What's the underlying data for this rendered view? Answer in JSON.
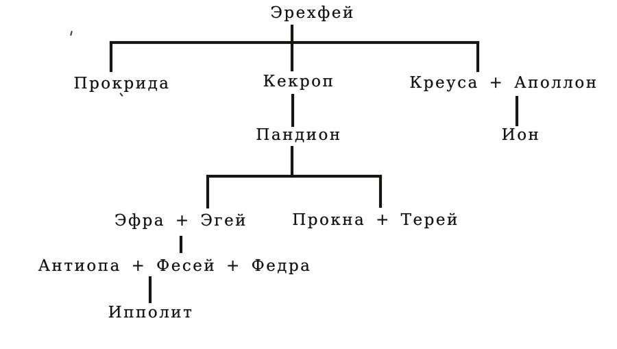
{
  "diagram": {
    "type": "family-tree",
    "language": "ru",
    "background_color": "#ffffff",
    "ink_color": "#171512",
    "nodes": {
      "erechtheus": "Эрехфей",
      "prokrida": "Прокрида",
      "kekrops": "Кекроп",
      "kreusa_apollon": "Креуса + Аполлон",
      "ion": "Ион",
      "pandion": "Пандион",
      "efra_egey": "Эфра + Эгей",
      "prokna_terey": "Прокна + Терей",
      "antiopa_fesey_fedra": "Антиопа + Фесей + Федра",
      "ippolit": "Ипполит"
    },
    "edges": [
      {
        "from": "Эрехфей",
        "to": "Прокрида"
      },
      {
        "from": "Эрехфей",
        "to": "Кекроп"
      },
      {
        "from": "Эрехфей",
        "to": "Креуса + Аполлон"
      },
      {
        "from": "Креуса + Аполлон",
        "to": "Ион"
      },
      {
        "from": "Кекроп",
        "to": "Пандион"
      },
      {
        "from": "Пандион",
        "to": "Эфра + Эгей"
      },
      {
        "from": "Пандион",
        "to": "Прокна + Терей"
      },
      {
        "from": "Эфра + Эгей",
        "to": "Антиопа + Фесей + Федра"
      },
      {
        "from": "Антиопа + Фесей + Федра",
        "to": "Ипполит"
      }
    ]
  }
}
